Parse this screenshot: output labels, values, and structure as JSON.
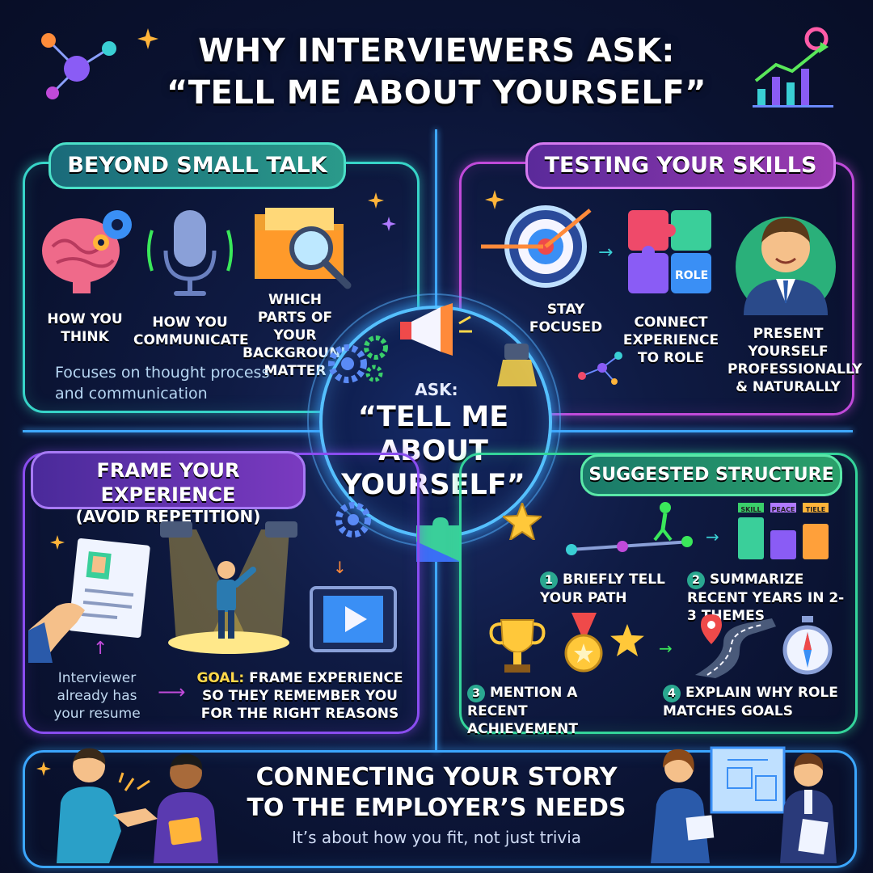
{
  "header": {
    "title_line1": "WHY INTERVIEWERS ASK:",
    "title_line2": "“TELL ME ABOUT YOURSELF”"
  },
  "center": {
    "ask": "ASK:",
    "quote": "“TELL ME ABOUT YOURSELF”"
  },
  "beyond": {
    "title": "BEYOND SMALL TALK",
    "items": [
      "HOW YOU THINK",
      "HOW YOU COMMUNICATE",
      "WHICH PARTS OF YOUR BACKGROUND MATTER"
    ],
    "note": "Focuses on thought process and communication"
  },
  "testing": {
    "title": "TESTING YOUR SKILLS",
    "items": [
      "STAY FOCUSED",
      "CONNECT EXPERIENCE TO ROLE",
      "PRESENT YOURSELF PROFESSIONALLY & NATURALLY"
    ],
    "puzzle_label": "ROLE"
  },
  "frame": {
    "title_line1": "FRAME YOUR EXPERIENCE",
    "title_line2": "(AVOID REPETITION)",
    "note": "Interviewer already has your resume",
    "goal_prefix": "GOAL:",
    "goal_text": "FRAME EXPERIENCE SO THEY REMEMBER YOU FOR THE RIGHT REASONS"
  },
  "structure": {
    "title": "SUGGESTED STRUCTURE",
    "bar_tags": [
      "SKILL",
      "PEACE",
      "TIELE"
    ],
    "steps": [
      {
        "num": "1",
        "text": "BRIEFLY TELL YOUR PATH"
      },
      {
        "num": "2",
        "text": "SUMMARIZE RECENT YEARS IN 2-3 THEMES"
      },
      {
        "num": "3",
        "text": "MENTION A RECENT ACHIEVEMENT"
      },
      {
        "num": "4",
        "text": "EXPLAIN WHY ROLE MATCHES GOALS"
      }
    ]
  },
  "footer": {
    "title_line1": "CONNECTING YOUR STORY",
    "title_line2": "TO THE EMPLOYER’S NEEDS",
    "subtitle": "It’s about how you fit, not just trivia"
  },
  "colors": {
    "background": "#0b1431",
    "teal": "#37d4c8",
    "magenta": "#c04ad9",
    "purple": "#8a4df0",
    "green": "#34d49a",
    "blue": "#3ba6ff"
  }
}
